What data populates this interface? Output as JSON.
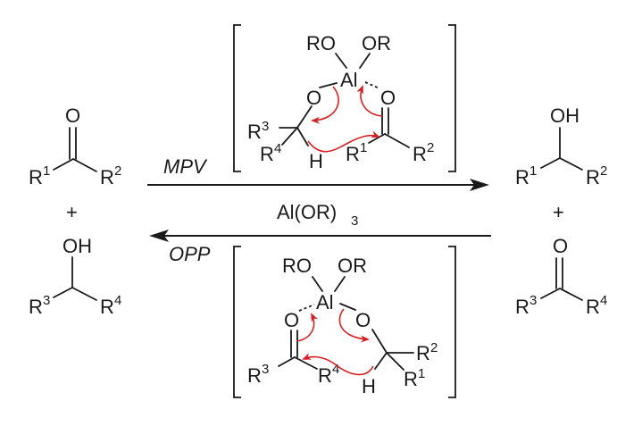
{
  "figure": {
    "title": "Meerwein-Ponndorf-Verley / Oppenauer equilibrium",
    "reagent": {
      "main": "Al(OR)",
      "sub": "3"
    },
    "forward_label": "MPV",
    "reverse_label": "OPP",
    "plus": "+",
    "colors": {
      "ink": "#1a1a1a",
      "electron_arrows": "#d42020"
    }
  },
  "left": {
    "ketone": {
      "O": "O",
      "R_a": "R",
      "R_a_sup": "1",
      "R_b": "R",
      "R_b_sup": "2"
    },
    "alcohol": {
      "OH": "OH",
      "R_a": "R",
      "R_a_sup": "3",
      "R_b": "R",
      "R_b_sup": "4"
    }
  },
  "right": {
    "alcohol": {
      "OH": "OH",
      "R_a": "R",
      "R_a_sup": "1",
      "R_b": "R",
      "R_b_sup": "2"
    },
    "ketone": {
      "O": "O",
      "R_a": "R",
      "R_a_sup": "3",
      "R_b": "R",
      "R_b_sup": "4"
    }
  },
  "ts_top": {
    "RO": "RO",
    "OR": "OR",
    "Al": "Al",
    "O_left": "O",
    "O_right": "O",
    "R3": "R",
    "R3_sup": "3",
    "R4": "R",
    "R4_sup": "4",
    "H": "H",
    "R1": "R",
    "R1_sup": "1",
    "R2": "R",
    "R2_sup": "2"
  },
  "ts_bottom": {
    "RO": "RO",
    "OR": "OR",
    "Al": "Al",
    "O_left": "O",
    "O_right": "O",
    "R3": "R",
    "R3_sup": "3",
    "R4": "R",
    "R4_sup": "4",
    "H": "H",
    "R1": "R",
    "R1_sup": "1",
    "R2": "R",
    "R2_sup": "2"
  }
}
